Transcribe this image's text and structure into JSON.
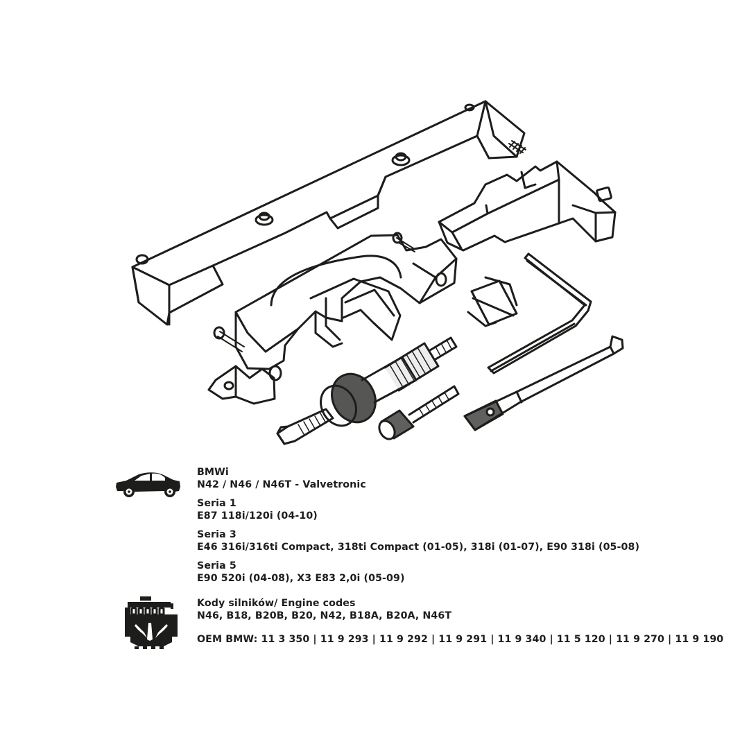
{
  "illustration": {
    "title": "Engine timing tool set - line drawing",
    "parts": [
      "camshaft-alignment-bar",
      "timing-bracket",
      "crankshaft-locking-fork",
      "knurled-puller-screw",
      "knurled-thumb-screw",
      "adapter-pin",
      "l-shaped-hex-key",
      "locking-pin-with-knurled-handle"
    ]
  },
  "vehicle": {
    "icon": "car-icon",
    "brand": "BMWi",
    "engines_line": "N42 / N46 / N46T - Valvetronic"
  },
  "series": [
    {
      "name": "Seria 1",
      "models": "E87 118i/120i (04-10)"
    },
    {
      "name": "Seria 3",
      "models": "E46 316i/316ti Compact, 318ti Compact (01-05), 318i (01-07), E90 318i (05-08)"
    },
    {
      "name": "Seria 5",
      "models": "E90 520i (04-08), X3 E83 2,0i (05-09)"
    }
  ],
  "engine_codes": {
    "icon": "engine-icon",
    "label": "Kody silników/ Engine codes",
    "codes": "N46, B18, B20B, B20, N42, B18A, B20A, N46T"
  },
  "oem": {
    "text": "OEM BMW: 11 3 350 | 11 9 293 | 11 9 292 | 11 9 291 | 11 9 340 | 11 5 120 | 11 9 270 | 11 9 190"
  },
  "colors": {
    "ink": "#1d1d1b",
    "background": "#ffffff"
  }
}
